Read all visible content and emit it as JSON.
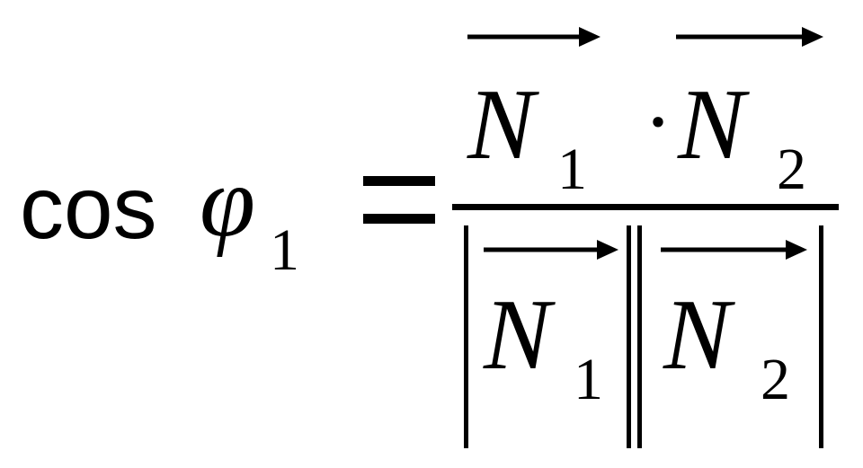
{
  "formula": {
    "lhs": {
      "func": "cos",
      "symbol": "φ",
      "subscript": "1"
    },
    "equals": "=",
    "numerator": {
      "vec1": {
        "letter": "N",
        "subscript": "1"
      },
      "dot": "·",
      "vec2": {
        "letter": "N",
        "subscript": "2"
      }
    },
    "denominator": {
      "vec1": {
        "letter": "N",
        "subscript": "1"
      },
      "vec2": {
        "letter": "N",
        "subscript": "2"
      }
    }
  },
  "colors": {
    "ink": "#000000",
    "background": "#ffffff"
  }
}
